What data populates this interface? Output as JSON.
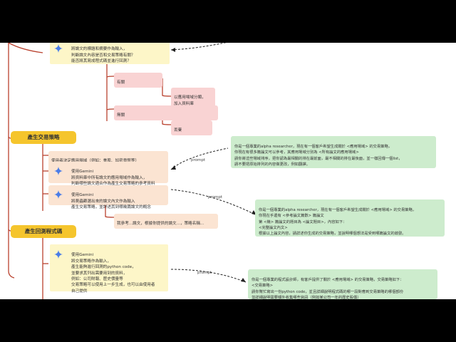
{
  "colors": {
    "section_bg": "#f5c52d",
    "branch_line": "#b9412e",
    "pink_node": "#f9d3d3",
    "peach_node": "#fbe4d2",
    "yellow_node": "#fdf6c8",
    "green_note": "#cdeccd",
    "gemini_icon": "#4a7de8"
  },
  "mindmap": {
    "top_node": {
      "lines": "將論文的標題和摘要作為輸入，\n判斷論文內容是否和交易策略有關？\n能否將其寫成程式碼並進行回測？"
    },
    "top_branches": {
      "related": "有關",
      "related_child": "以應用場域分類，\n加入資料庫",
      "unrelated": "無關",
      "unrelated_child": "丟棄"
    },
    "section1": {
      "title": "產生交易策略",
      "step1": "使用者決定應用場域（例如：美股、加密貨幣等）",
      "step2": "使用Gemini\n將資料庫中所有論文的應用場域作為輸入，\n判斷哪些論文適合作為產生交易策略的參考資料",
      "step3": "使用Gemini\n將爬蟲篩選出來的論文內文作為輸入\n產生交易策略，並詳述其到哪幾篇論文的概念",
      "step4": "我參考...論文，根據你提供的論文...，策略名稱..."
    },
    "section2": {
      "title": "產生回測程式碼",
      "step1": "使用Gemini\n將交易策略作為輸入，\n產生能夠進行回測的python code，\n並要求其列出需要用到的資料，\n例如：公司財報、歷史價量等\n交易策略可以使用上一步生成，也可以由使用者\n自己提供"
    },
    "edge_label": "prompt"
  },
  "notes": {
    "note1": "你是一個專業的alpha researcher，現在有一個客戶希望生成關於 <應用場域> 的交易策略，\n你現在有很多篇論文可以參考，其應用場域分別為 <所有論文的應用場域>\n請你將這些場域排序，把你認為最相關的排在最前面，最不相關的排在最後面，並一樣回傳一個list，\n請不要把原始排列的內容做更改，例如翻譯。",
    "note2": "你是一個專業的alpha researcher，現在有一個客戶希望生成關於 <應用場域> 的交易策略，\n你現在手邊有 <參考論文篇數> 篇論文\n第 <幾> 篇論文的題目為 <論文題目>，內容如下：\n<完整論文內文>\n根據以上論文內容，請詳述你生成的交易策略，並說明哪個想法是受到哪篇論文的啟發。",
    "note3": "你是一個專業的程式設計師，有客戶提供了關於 <應用場域> 的交易策略，交易策略如下：\n<交易策略>\n請你幫忙寫出一份python code，並且詳細說明程式碼的哪一段對應到交易策略的哪個部份\n並詳細說明需要額外收集哪些資訊（例如某公司一年的歷史股價）"
  }
}
